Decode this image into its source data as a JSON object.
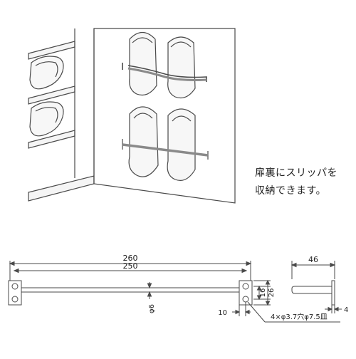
{
  "caption": {
    "line1": "扉裏にスリッパを",
    "line2": "収納できます。"
  },
  "dimensions": {
    "front_total": "260",
    "front_inner": "250",
    "rod_diameter": "φ6",
    "pin_offset": "10",
    "height_16": "16",
    "height_26": "26",
    "side_depth": "46",
    "plate_thickness": "4",
    "screw_note": "4×φ3.7穴φ7.5皿"
  },
  "colors": {
    "line": "#4a4a4a",
    "fill_light": "#f2f2f2",
    "rod": "#8a8a8a"
  }
}
